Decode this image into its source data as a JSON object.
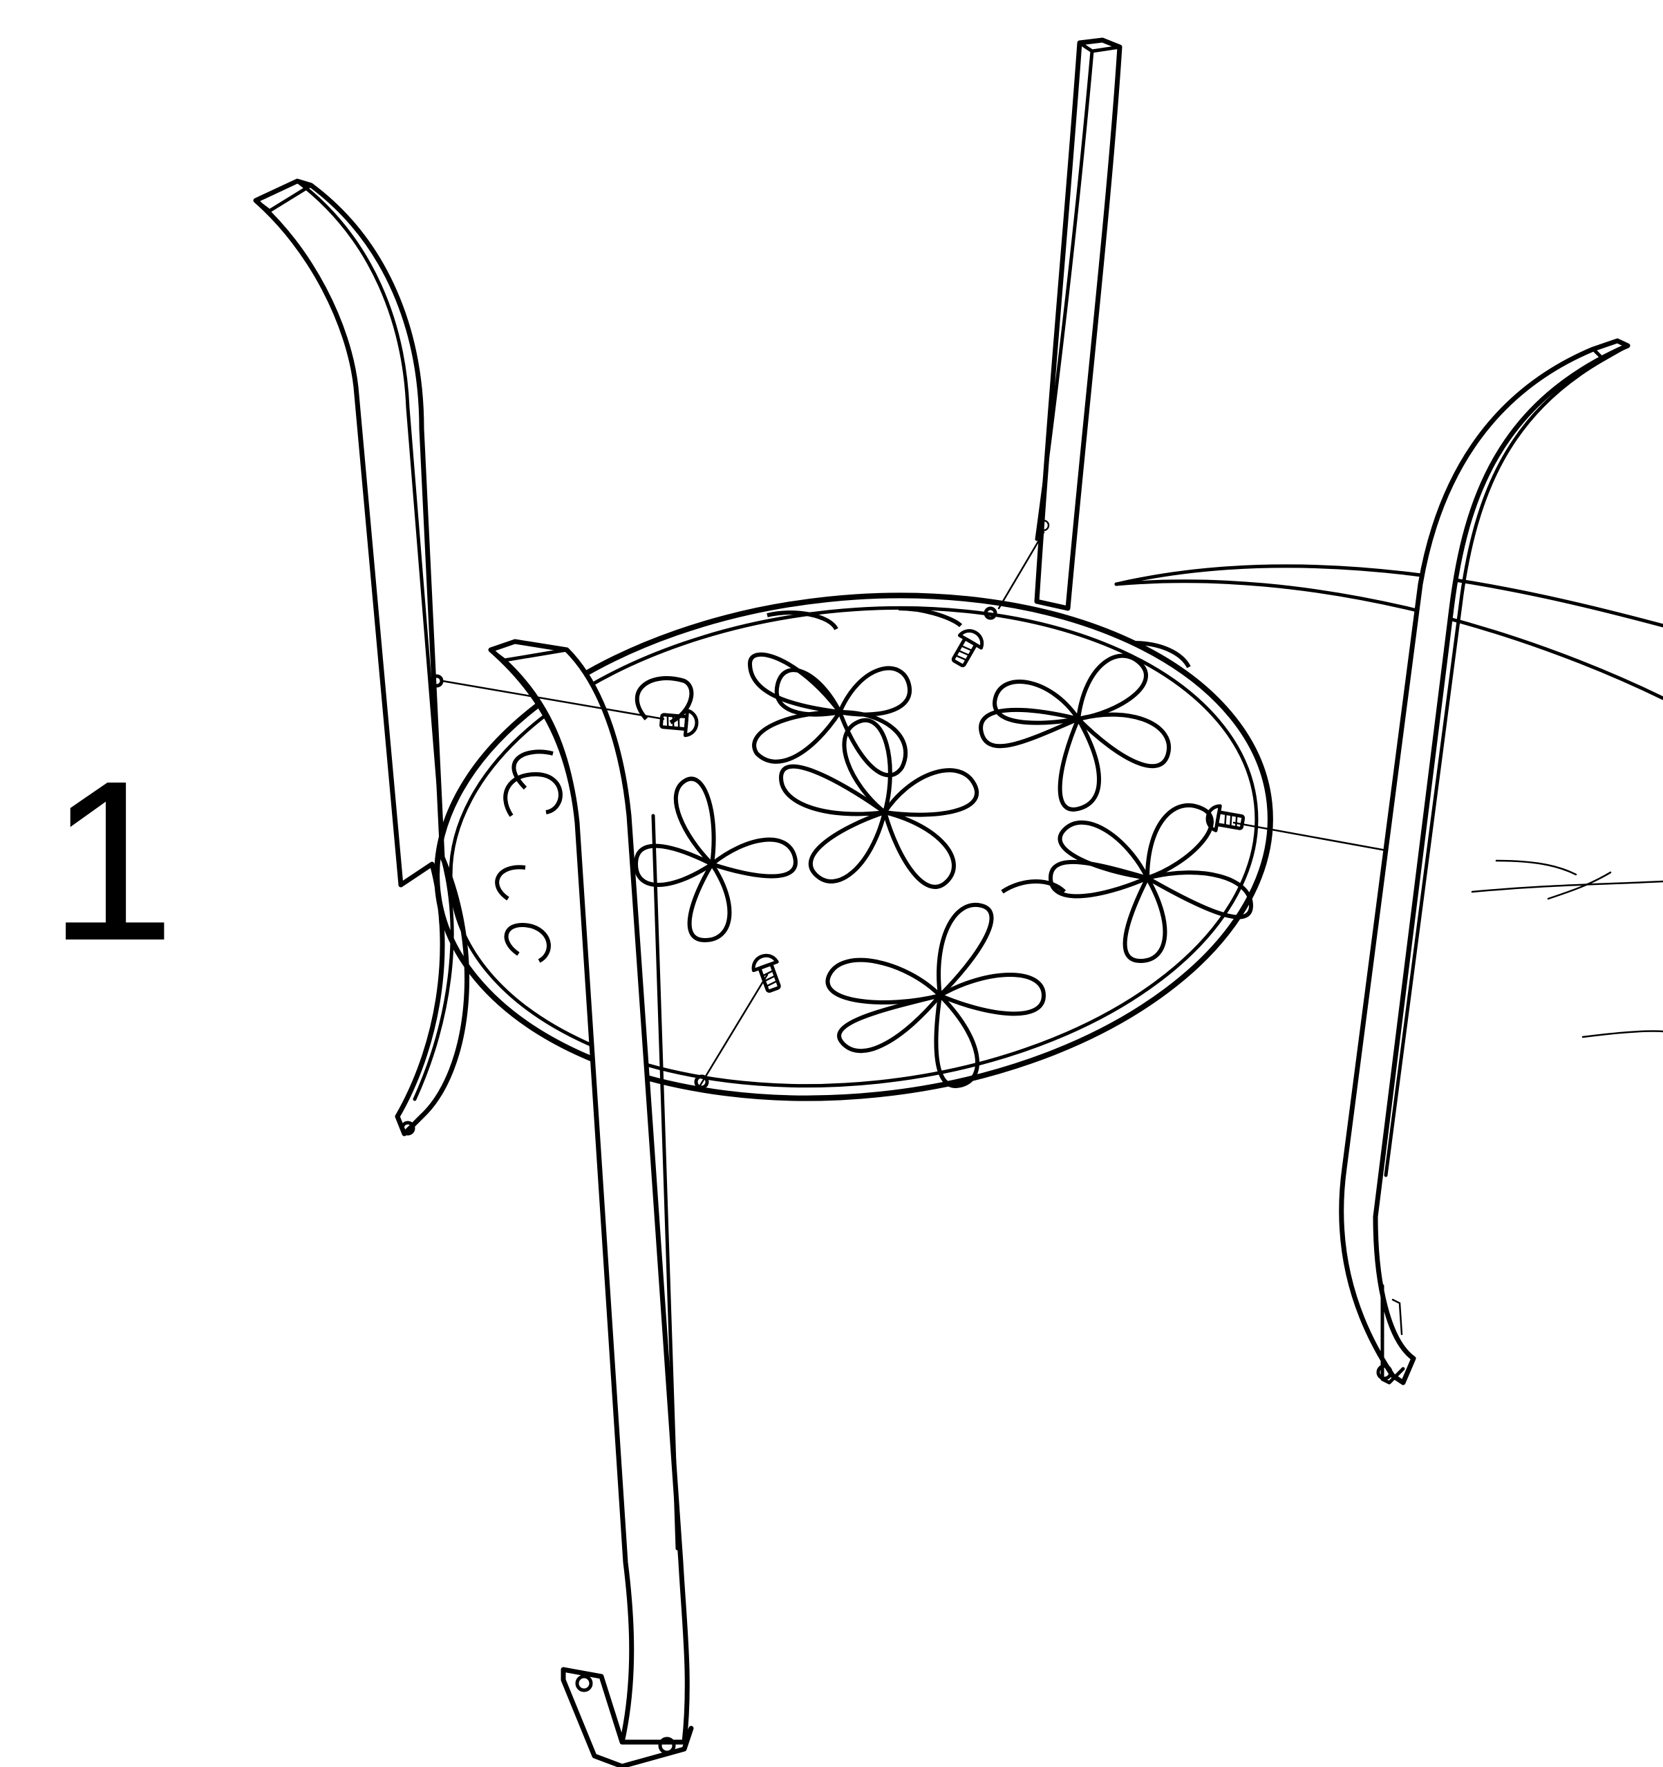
{
  "step": {
    "number": "1"
  },
  "diagram": {
    "parts": [
      "leg-back-left",
      "leg-back-center",
      "leg-right",
      "leg-front-left",
      "round-shelf-floral",
      "screw"
    ],
    "screw_count": 4,
    "line_color": "#000000",
    "background_color": "#ffffff"
  }
}
